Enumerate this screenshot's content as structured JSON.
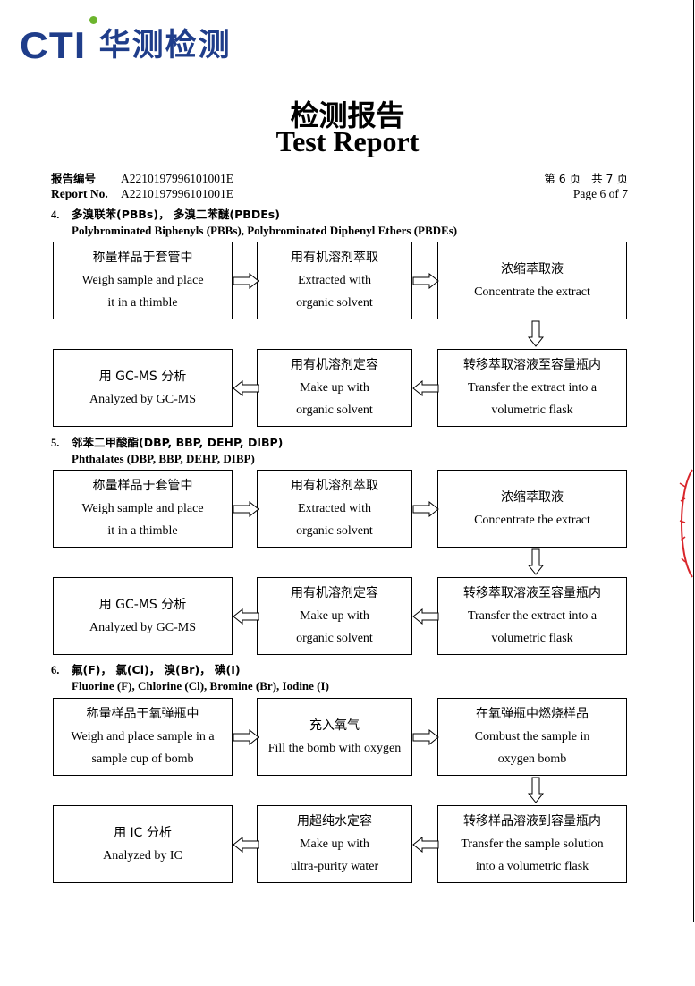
{
  "logo": {
    "brand": "CTI",
    "cn": "华测检测"
  },
  "title": {
    "cn": "检测报告",
    "en": "Test Report"
  },
  "report": {
    "no_label_cn": "报告编号",
    "no_label_en": "Report No.",
    "no_value": "A2210197996101001E",
    "page_cn": "第 6 页   共 7 页",
    "page_en": "Page 6 of 7"
  },
  "sections": [
    {
      "num": "4.",
      "title_cn": "多溴联苯(PBBs)，  多溴二苯醚(PBDEs)",
      "title_en": "Polybrominated Biphenyls (PBBs), Polybrominated Diphenyl Ethers (PBDEs)",
      "steps": [
        {
          "cn": "称量样品于套管中",
          "en1": "Weigh sample and place",
          "en2": "it in a thimble"
        },
        {
          "cn": "用有机溶剂萃取",
          "en1": "Extracted with",
          "en2": "organic solvent"
        },
        {
          "cn": "浓缩萃取液",
          "en1": "Concentrate the extract",
          "en2": ""
        },
        {
          "cn": "转移萃取溶液至容量瓶内",
          "en1": "Transfer the extract into a",
          "en2": "volumetric flask"
        },
        {
          "cn": "用有机溶剂定容",
          "en1": "Make up with",
          "en2": "organic solvent"
        },
        {
          "cn": "用 GC-MS 分析",
          "en1": "Analyzed by GC-MS",
          "en2": ""
        }
      ]
    },
    {
      "num": "5.",
      "title_cn": "邻苯二甲酸酯(DBP, BBP, DEHP, DIBP)",
      "title_en": "Phthalates (DBP, BBP, DEHP, DIBP)",
      "steps": [
        {
          "cn": "称量样品于套管中",
          "en1": "Weigh sample and place",
          "en2": "it in a thimble"
        },
        {
          "cn": "用有机溶剂萃取",
          "en1": "Extracted with",
          "en2": "organic solvent"
        },
        {
          "cn": "浓缩萃取液",
          "en1": "Concentrate the extract",
          "en2": ""
        },
        {
          "cn": "转移萃取溶液至容量瓶内",
          "en1": "Transfer the extract into a",
          "en2": "volumetric flask"
        },
        {
          "cn": "用有机溶剂定容",
          "en1": "Make up with",
          "en2": "organic solvent"
        },
        {
          "cn": "用 GC-MS 分析",
          "en1": "Analyzed by GC-MS",
          "en2": ""
        }
      ]
    },
    {
      "num": "6.",
      "title_cn": "氟(F)，  氯(Cl)，  溴(Br)，  碘(I)",
      "title_en": "Fluorine (F), Chlorine (Cl), Bromine (Br), Iodine (I)",
      "steps": [
        {
          "cn": "称量样品于氧弹瓶中",
          "en1": "Weigh and place sample in a",
          "en2": "sample cup of bomb"
        },
        {
          "cn": "充入氧气",
          "en1": "Fill the bomb with oxygen",
          "en2": ""
        },
        {
          "cn": "在氧弹瓶中燃烧样品",
          "en1": "Combust the sample in",
          "en2": "oxygen bomb"
        },
        {
          "cn": "转移样品溶液到容量瓶内",
          "en1": "Transfer the sample solution",
          "en2": "into a volumetric flask"
        },
        {
          "cn": "用超纯水定容",
          "en1": "Make up with",
          "en2": "ultra-purity water"
        },
        {
          "cn": "用 IC 分析",
          "en1": "Analyzed by IC",
          "en2": ""
        }
      ]
    }
  ]
}
